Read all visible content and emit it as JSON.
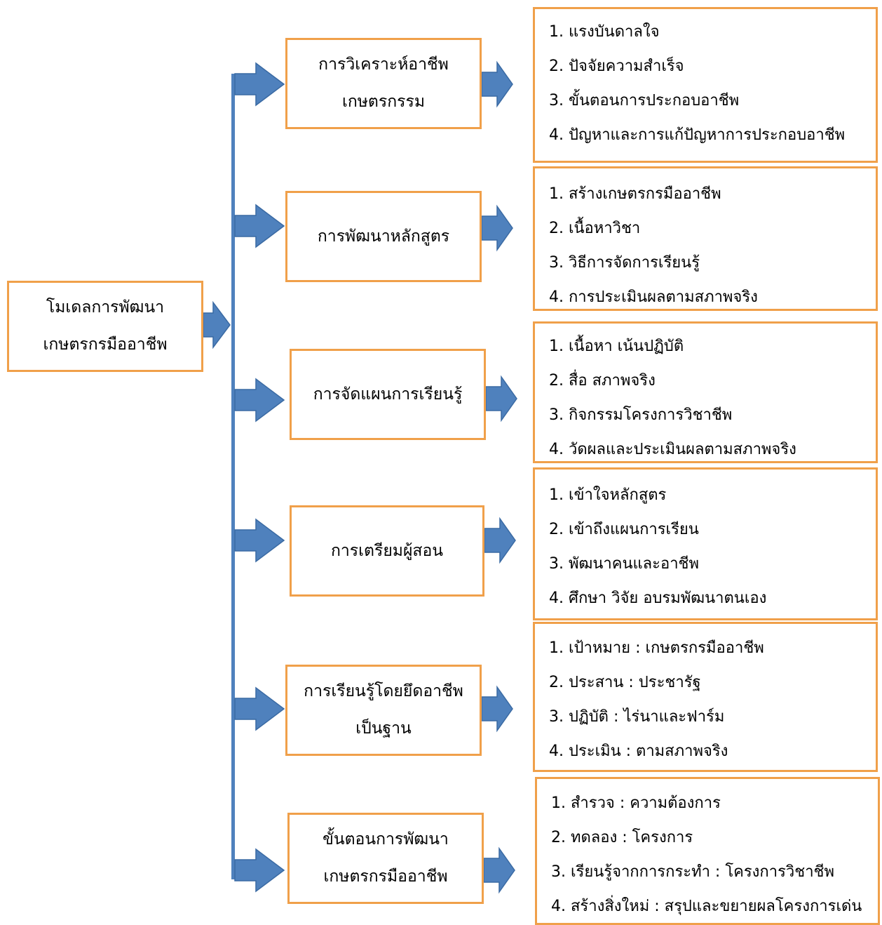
{
  "root": {
    "lines": [
      "โมเดลการพัฒนา",
      "เกษตรกรมืออาชีพ"
    ]
  },
  "colors": {
    "box_border": "#f0a04a",
    "arrow_fill": "#4f81bd",
    "arrow_stroke": "#3a6aa3",
    "line": "#4f81bd"
  },
  "branches": [
    {
      "lines": [
        "การวิเคราะห์อาชีพ",
        "เกษตรกรรม"
      ],
      "items": [
        "1. แรงบันดาลใจ",
        "2. ปัจจัยความสำเร็จ",
        "3. ขั้นตอนการประกอบอาชีพ",
        "4. ปัญหาและการแก้ปัญหาการประกอบอาชีพ"
      ]
    },
    {
      "lines": [
        "การพัฒนาหลักสูตร"
      ],
      "items": [
        "1. สร้างเกษตรกรมืออาชีพ",
        "2. เนื้อหาวิชา",
        "3. วิธีการจัดการเรียนรู้",
        "4. การประเมินผลตามสภาพจริง"
      ]
    },
    {
      "lines": [
        "การจัดแผนการเรียนรู้"
      ],
      "items": [
        "1. เนื้อหา เน้นปฏิบัติ",
        "2. สื่อ สภาพจริง",
        "3. กิจกรรมโครงการวิชาชีพ",
        "4. วัดผลและประเมินผลตามสภาพจริง"
      ]
    },
    {
      "lines": [
        "การเตรียมผู้สอน"
      ],
      "items": [
        "1. เข้าใจหลักสูตร",
        "2. เข้าถึงแผนการเรียน",
        "3. พัฒนาคนและอาชีพ",
        "4. ศึกษา วิจัย อบรมพัฒนาตนเอง"
      ]
    },
    {
      "lines": [
        "การเรียนรู้โดยยึดอาชีพ",
        "เป็นฐาน"
      ],
      "items": [
        "1. เป้าหมาย : เกษตรกรมืออาชีพ",
        "2. ประสาน : ประชารัฐ",
        "3. ปฏิบัติ : ไร่นาและฟาร์ม",
        "4. ประเมิน : ตามสภาพจริง"
      ]
    },
    {
      "lines": [
        "ขั้นตอนการพัฒนา",
        "เกษตรกรมืออาชีพ"
      ],
      "items": [
        "1. สำรวจ : ความต้องการ",
        "2. ทดลอง : โครงการ",
        "3. เรียนรู้จากการกระทำ : โครงการวิชาชีพ",
        "4. สร้างสิ่งใหม่ : สรุปและขยายผลโครงการเด่น"
      ]
    }
  ]
}
